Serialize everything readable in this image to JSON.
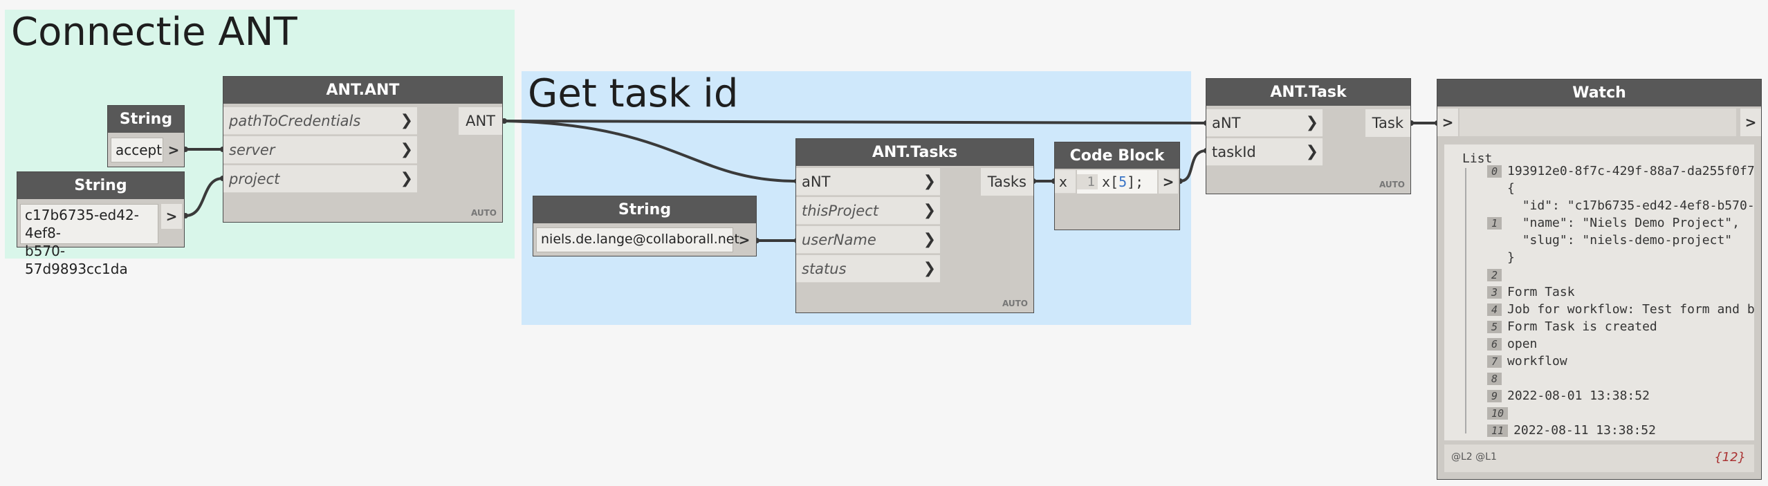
{
  "groups": {
    "connectie": {
      "title": "Connectie ANT",
      "color": "#d9f6ea"
    },
    "get_task": {
      "title": "Get task id",
      "color": "#cfe8fb"
    }
  },
  "nodes": {
    "string_accept": {
      "title": "String",
      "value": "accept",
      "out_arrow": ">"
    },
    "string_guid": {
      "title": "String",
      "value_line1": "c17b6735-ed42-4ef8-",
      "value_line2": "b570-57d9893cc1da",
      "out_arrow": ">"
    },
    "ant_ant": {
      "title": "ANT.ANT",
      "inputs": [
        "pathToCredentials",
        "server",
        "project"
      ],
      "output": "ANT",
      "auto": "AUTO"
    },
    "string_email": {
      "title": "String",
      "value": "niels.de.lange@collaborall.net",
      "out_arrow": ">"
    },
    "ant_tasks": {
      "title": "ANT.Tasks",
      "inputs": [
        "aNT",
        "thisProject",
        "userName",
        "status"
      ],
      "output": "Tasks",
      "auto": "AUTO"
    },
    "code_block": {
      "title": "Code Block",
      "input": "x",
      "line_no": "1",
      "code_prefix": "x[",
      "code_index": "5",
      "code_suffix": "];",
      "out_arrow": ">"
    },
    "ant_task": {
      "title": "ANT.Task",
      "inputs": [
        "aNT",
        "taskId"
      ],
      "output": "Task",
      "auto": "AUTO"
    },
    "watch": {
      "title": "Watch",
      "in_arrow": ">",
      "out_arrow": ">",
      "list_label": "List",
      "items": [
        {
          "index": "0",
          "text": "193912e0-8f7c-429f-88a7-da255f0f7"
        },
        {
          "index": "",
          "text": "{"
        },
        {
          "index": "",
          "text": "  \"id\": \"c17b6735-ed42-4ef8-b570-"
        },
        {
          "index": "1",
          "text": "  \"name\": \"Niels Demo Project\","
        },
        {
          "index": "",
          "text": "  \"slug\": \"niels-demo-project\""
        },
        {
          "index": "",
          "text": "}"
        },
        {
          "index": "2",
          "text": ""
        },
        {
          "index": "3",
          "text": "Form Task"
        },
        {
          "index": "4",
          "text": "Job for workflow: Test form and b"
        },
        {
          "index": "5",
          "text": "Form Task is created"
        },
        {
          "index": "6",
          "text": "open"
        },
        {
          "index": "7",
          "text": "workflow"
        },
        {
          "index": "8",
          "text": ""
        },
        {
          "index": "9",
          "text": "2022-08-01 13:38:52"
        },
        {
          "index": "10",
          "text": ""
        },
        {
          "index": "11",
          "text": "2022-08-11 13:38:52"
        }
      ],
      "levels": "@L2 @L1",
      "count": "{12}"
    }
  }
}
